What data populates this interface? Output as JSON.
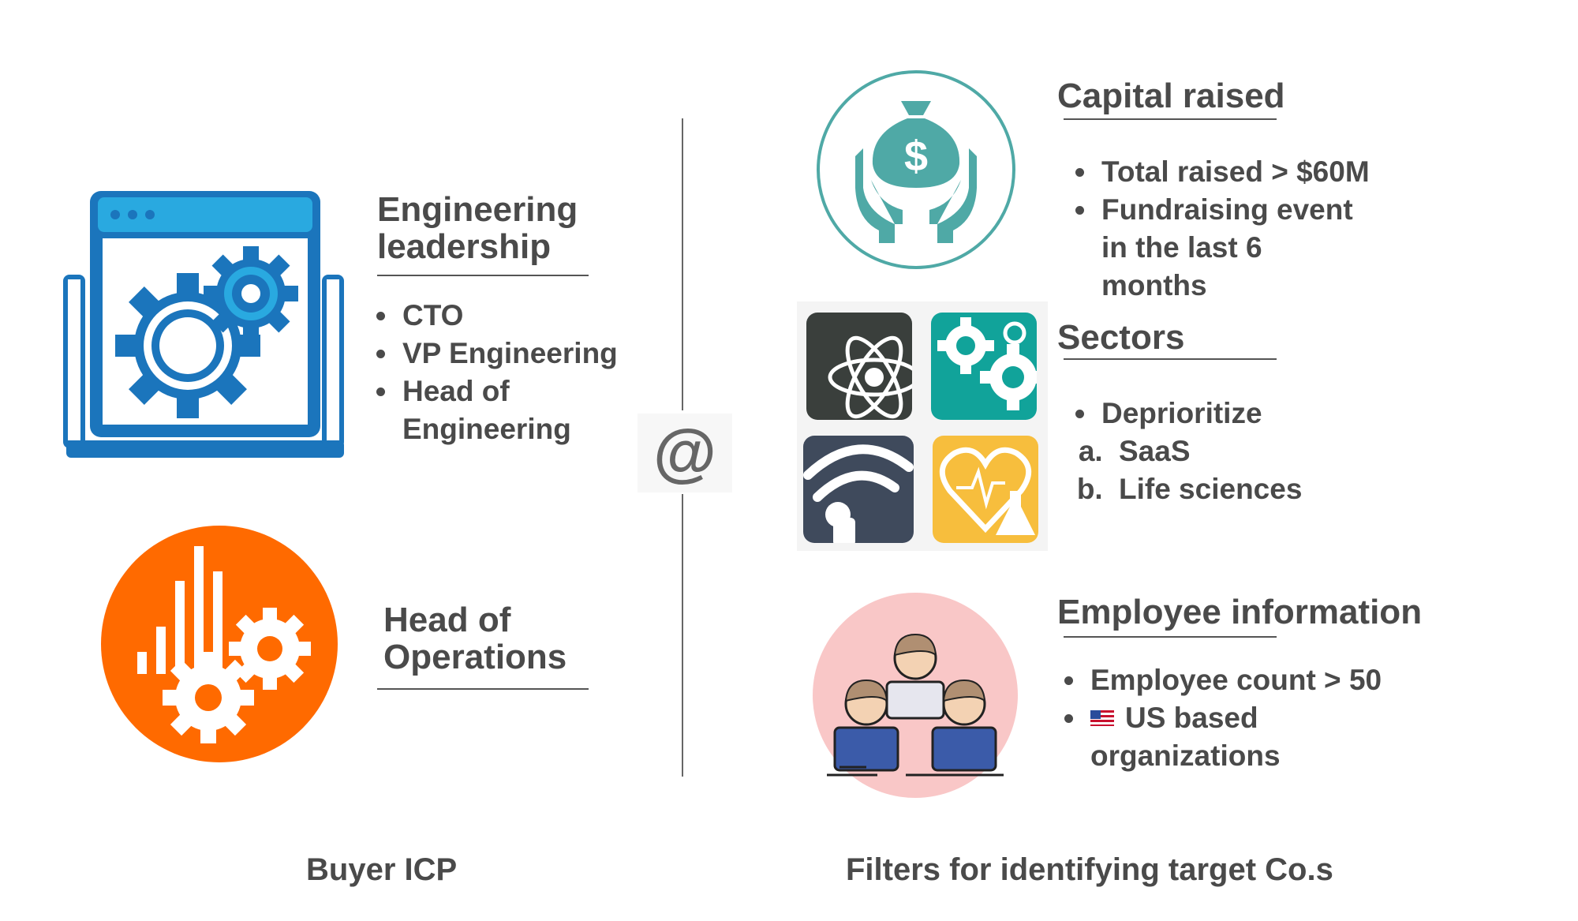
{
  "left": {
    "engineering": {
      "heading_line1": "Engineering",
      "heading_line2": "leadership",
      "items": [
        "CTO",
        "VP Engineering",
        "Head of Engineering"
      ]
    },
    "operations": {
      "heading_line1": "Head of",
      "heading_line2": "Operations"
    },
    "caption": "Buyer ICP"
  },
  "center": {
    "symbol": "@"
  },
  "right": {
    "capital": {
      "heading": "Capital raised",
      "items": [
        "Total raised > $60M",
        "Fundraising event in the last 6 months"
      ]
    },
    "sectors": {
      "heading": "Sectors",
      "item": "Deprioritize",
      "subitems": [
        "SaaS",
        "Life sciences"
      ]
    },
    "employees": {
      "heading": "Employee information",
      "items": [
        "Employee count > 50",
        "US based organizations"
      ]
    },
    "caption": "Filters for identifying target Co.s"
  },
  "colors": {
    "engineering_blue": "#1b75bc",
    "engineering_light": "#29a9e0",
    "operations_orange": "#ff6a00",
    "capital_teal": "#4fa9a6",
    "employee_pink": "#f9c7c7",
    "text": "#4a4a4a"
  },
  "icons": [
    "engineering-gears-icon",
    "operations-chart-gears-icon",
    "money-bag-hands-icon",
    "atom-icon",
    "gears-icon",
    "wifi-person-icon",
    "heart-flask-icon",
    "team-people-icon"
  ]
}
